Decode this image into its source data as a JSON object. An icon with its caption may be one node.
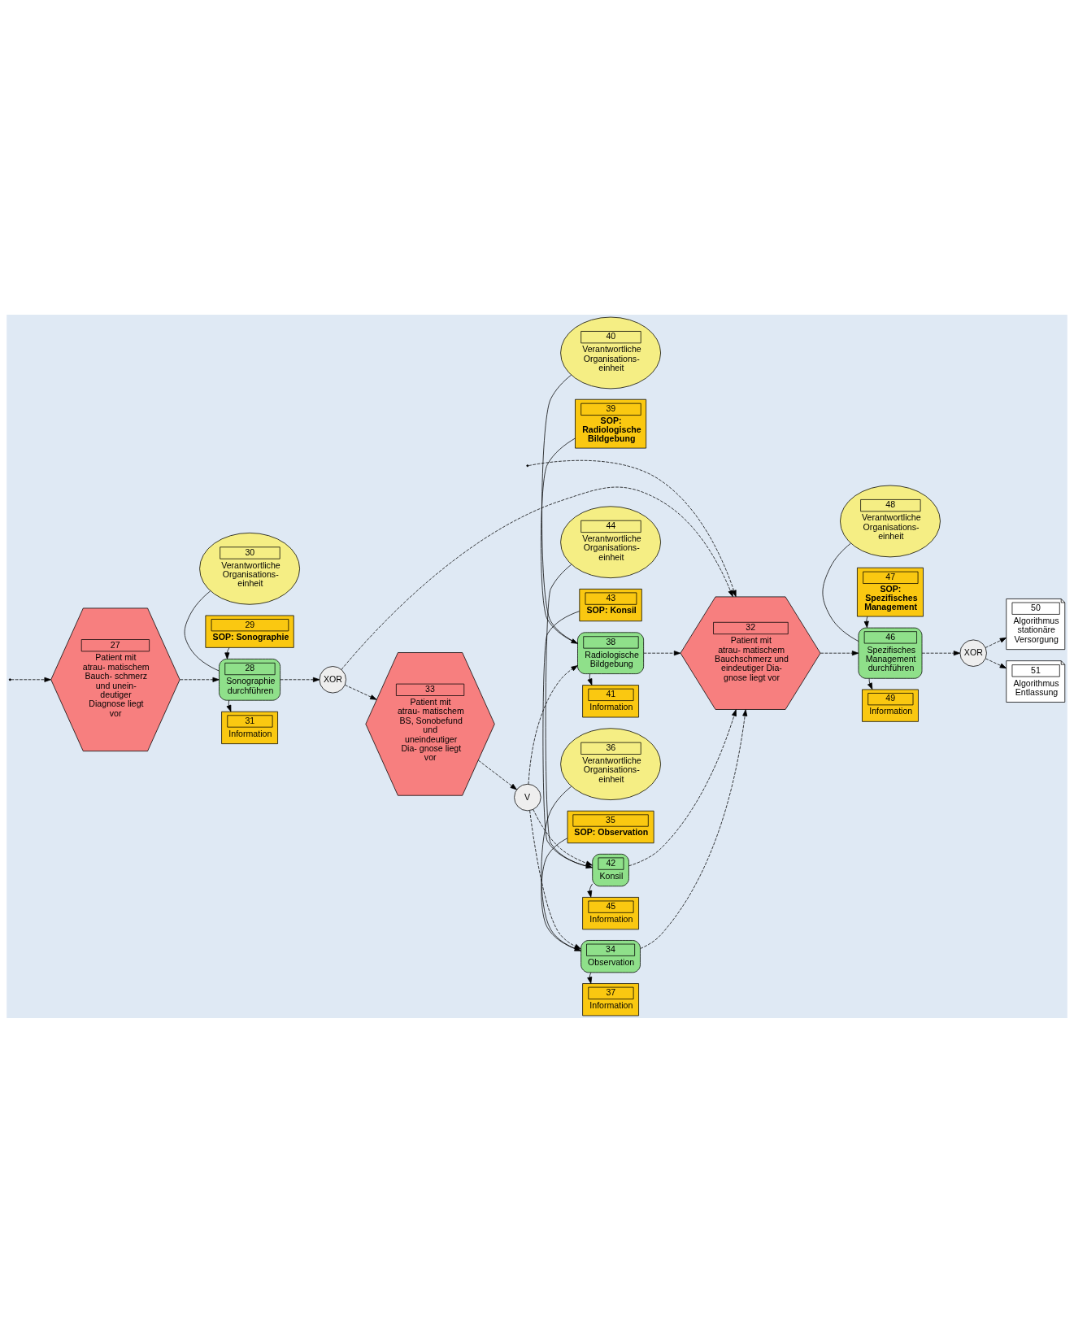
{
  "diagram": {
    "nodes": [
      {
        "text": [
          "27",
          "Patient mit atrau- matischem Bauch- schmerz und unein- deutiger Diagnose liegt vor"
        ]
      },
      {
        "text": [
          "28",
          "Sonographie durchführen"
        ]
      },
      {
        "text": [
          "29",
          "SOP: Sonographie"
        ]
      },
      {
        "text": [
          "30",
          "Verantwortliche Organisations- einheit"
        ]
      },
      {
        "text": [
          "31",
          "Information"
        ]
      },
      {
        "text": [
          "XOR"
        ]
      },
      {
        "text": [
          "32",
          "Patient mit atrau- matischem Bauchschmerz und eindeutiger Dia- gnose liegt vor"
        ]
      },
      {
        "text": [
          "33",
          "Patient mit atrau- matischem BS, Sonobefund und uneindeutiger Dia- gnose liegt vor"
        ]
      },
      {
        "text": [
          "V"
        ]
      },
      {
        "text": [
          "34",
          "Observation"
        ]
      },
      {
        "text": [
          "35",
          "SOP: Observation"
        ]
      },
      {
        "text": [
          "36",
          "Verantwortliche Organisations- einheit"
        ]
      },
      {
        "text": [
          "37",
          "Information"
        ]
      },
      {
        "text": [
          "38",
          "Radiologische Bildgebung"
        ]
      },
      {
        "text": [
          "39",
          "SOP: Radiologische Bildgebung"
        ]
      },
      {
        "text": [
          "40",
          "Verantwortliche Organisations- einheit"
        ]
      },
      {
        "text": [
          "41",
          "Information"
        ]
      },
      {
        "text": [
          "42",
          "Konsil"
        ]
      },
      {
        "text": [
          "43",
          "SOP: Konsil"
        ]
      },
      {
        "text": [
          "44",
          "Verantwortliche Organisations- einheit"
        ]
      },
      {
        "text": [
          "45",
          "Information"
        ]
      },
      {
        "text": [
          "46",
          "Spezifisches Management durchführen"
        ]
      },
      {
        "text": [
          "47",
          "SOP: Spezifisches Management"
        ]
      },
      {
        "text": [
          "48",
          "Verantwortliche Organisations- einheit"
        ]
      },
      {
        "text": [
          "49",
          "Information"
        ]
      },
      {
        "text": [
          "XOR"
        ]
      },
      {
        "text": [
          "50",
          "Algorithmus stationäre Versorgung"
        ]
      },
      {
        "text": [
          "51",
          "Algorithmus Entlassung"
        ]
      }
    ],
    "edges": [
      {
        "from": null,
        "to": 0,
        "arrow": "to",
        "style": "dashed"
      },
      {
        "from": 0,
        "to": 1,
        "arrow": "to",
        "style": "dashed"
      },
      {
        "from": 2,
        "to": 1,
        "arrow": "to"
      },
      {
        "from": 1,
        "to": 4,
        "arrow": "to"
      },
      {
        "from": 3,
        "to": 1,
        "arrow": "none"
      },
      {
        "from": 1,
        "to": 5,
        "arrow": "to",
        "style": "dashed"
      },
      {
        "from": 5,
        "to": 7,
        "arrow": "to",
        "style": "dashed"
      },
      {
        "from": 5,
        "to": 6,
        "arrow": "to",
        "style": "dashed"
      },
      {
        "from": 7,
        "to": 8,
        "arrow": "to",
        "style": "dashed"
      },
      {
        "from": 8,
        "to": 17,
        "arrow": "to",
        "style": "dashed"
      },
      {
        "from": 8,
        "to": 13,
        "arrow": "to",
        "style": "dashed"
      },
      {
        "from": 8,
        "to": 9,
        "arrow": "to",
        "style": "dashed"
      },
      {
        "from": 18,
        "to": 17,
        "arrow": "to"
      },
      {
        "from": 17,
        "to": 20,
        "arrow": "to"
      },
      {
        "from": 19,
        "to": 17,
        "arrow": "none"
      },
      {
        "from": 14,
        "to": 13,
        "arrow": "to"
      },
      {
        "from": 13,
        "to": 16,
        "arrow": "to"
      },
      {
        "from": 15,
        "to": 13,
        "arrow": "none"
      },
      {
        "from": 10,
        "to": 9,
        "arrow": "to"
      },
      {
        "from": 9,
        "to": 12,
        "arrow": "to"
      },
      {
        "from": 11,
        "to": 9,
        "arrow": "none"
      },
      {
        "from": 17,
        "to": 6,
        "arrow": "to",
        "style": "dashed"
      },
      {
        "from": 13,
        "to": 6,
        "arrow": "to",
        "style": "dashed"
      },
      {
        "from": 9,
        "to": 6,
        "arrow": "to",
        "style": "dashed"
      },
      {
        "from": null,
        "to": 6,
        "arrow": "to",
        "style": "dashed"
      },
      {
        "from": 6,
        "to": 21,
        "arrow": "to",
        "style": "dashed"
      },
      {
        "from": 22,
        "to": 21,
        "arrow": "to"
      },
      {
        "from": 21,
        "to": 24,
        "arrow": "to"
      },
      {
        "from": 23,
        "to": 21,
        "arrow": "none"
      },
      {
        "from": 21,
        "to": 25,
        "arrow": "to",
        "style": "dashed"
      },
      {
        "from": 25,
        "to": 26,
        "arrow": "to",
        "style": "dashed"
      },
      {
        "from": 25,
        "to": 27,
        "arrow": "to",
        "style": "dashed"
      }
    ]
  }
}
